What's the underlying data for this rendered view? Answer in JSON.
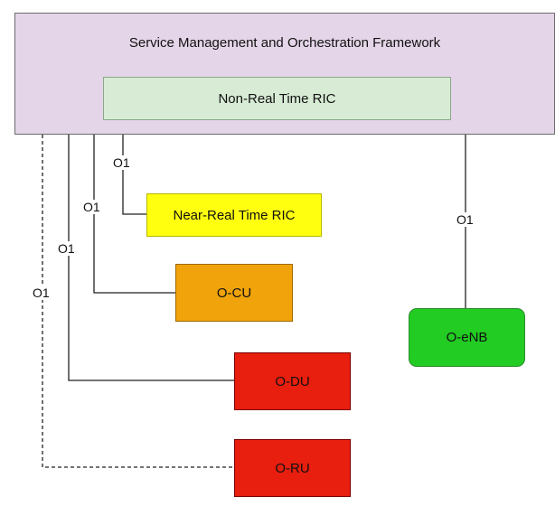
{
  "smo": {
    "title": "Service Management and Orchestration Framework",
    "color": "#e5d5e8"
  },
  "non_rt_ric": {
    "label": "Non-Real Time RIC",
    "color": "#d8ecd5"
  },
  "nodes": {
    "near_rt_ric": {
      "label": "Near-Real Time RIC",
      "color": "#ffff0f"
    },
    "o_cu": {
      "label": "O-CU",
      "color": "#f0a30a"
    },
    "o_enb": {
      "label": "O-eNB",
      "color": "#22cc22"
    },
    "o_du": {
      "label": "O-DU",
      "color": "#e81e0e"
    },
    "o_ru": {
      "label": "O-RU",
      "color": "#e81e0e"
    }
  },
  "interfaces": {
    "near_rt_ric": "O1",
    "o_cu": "O1",
    "o_du": "O1",
    "o_ru": "O1",
    "o_enb": "O1"
  }
}
